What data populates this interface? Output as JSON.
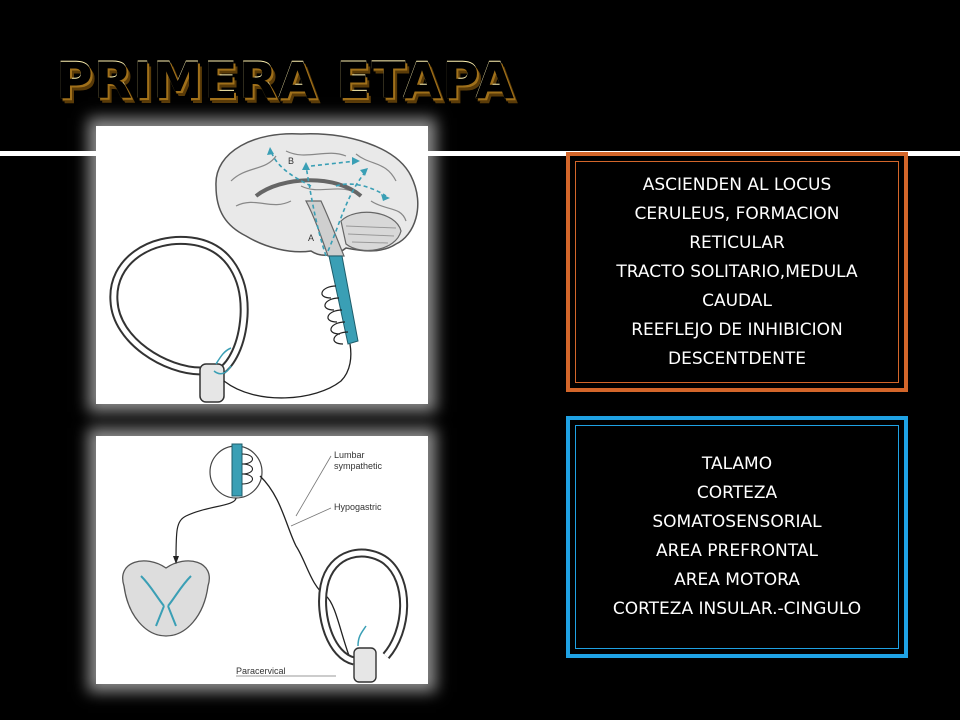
{
  "slide": {
    "title": "PRIMERA ETAPA"
  },
  "colors": {
    "background": "#000000",
    "title": "#f3c74a",
    "box_top_border": "#d3662a",
    "box_bottom_border": "#1fa2e4",
    "text": "#ffffff",
    "nerve_highlight": "#3a9fb5"
  },
  "box_top": {
    "lines": [
      "ASCIENDEN AL LOCUS",
      "CERULEUS, FORMACION",
      "RETICULAR",
      "TRACTO SOLITARIO,MEDULA",
      "CAUDAL",
      "REEFLEJO DE INHIBICION",
      "DESCENTDENTE"
    ]
  },
  "box_bottom": {
    "lines": [
      "TALAMO",
      "CORTEZA",
      "SOMATOSENSORIAL",
      "AREA PREFRONTAL",
      "AREA MOTORA",
      "CORTEZA INSULAR.-CINGULO"
    ]
  },
  "figure_top": {
    "label_a": "A",
    "label_b": "B"
  },
  "figure_bottom": {
    "label_lumbar_1": "Lumbar",
    "label_lumbar_2": "sympathetic",
    "label_hypogastric": "Hypogastric",
    "label_paracervical": "Paracervical"
  }
}
